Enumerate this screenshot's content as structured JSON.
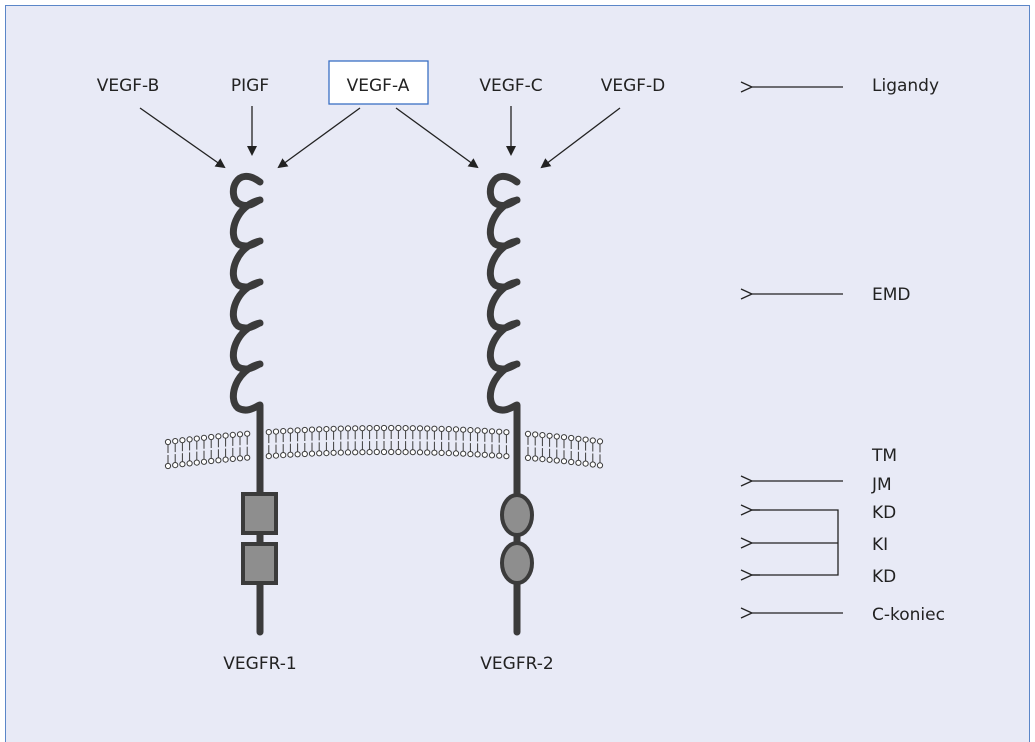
{
  "colors": {
    "background": "#e8eaf6",
    "frame_border": "#5b86c8",
    "highlight_border": "#3a6fc4",
    "receptor": "#3b3b3b",
    "domain_fill": "#8e8e8e",
    "text": "#222222"
  },
  "ligands": {
    "vegf_b": "VEGF-B",
    "pigf": "PIGF",
    "vegf_a": "VEGF-A",
    "vegf_c": "VEGF-C",
    "vegf_d": "VEGF-D"
  },
  "receptors": {
    "vegfr1": "VEGFR-1",
    "vegfr2": "VEGFR-2"
  },
  "legend": {
    "ligandy": "Ligandy",
    "emd": "EMD",
    "tm": "TM",
    "jm": "JM",
    "kd_top": "KD",
    "ki": "KI",
    "kd_bottom": "KD",
    "c_koniec": "C-koniec"
  }
}
